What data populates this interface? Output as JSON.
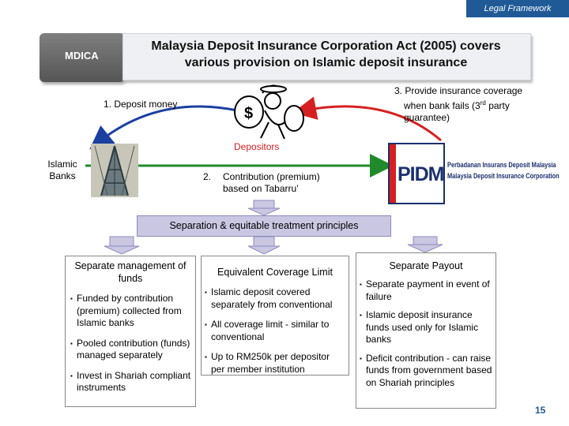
{
  "header": {
    "section": "Legal Framework"
  },
  "badge": {
    "label": "MDICA"
  },
  "title": {
    "line1": "Malaysia Deposit Insurance Corporation Act (2005) covers",
    "line2": "various provision on Islamic deposit insurance"
  },
  "flows": {
    "deposit_money": "1. Deposit money",
    "coverage_line1": "3. Provide insurance coverage",
    "coverage_line2": "when bank fails (3",
    "coverage_sup": "rd",
    "coverage_line2b": " party",
    "coverage_line3": "guarantee)",
    "contribution_num": "2.",
    "contribution_line1": "Contribution (premium)",
    "contribution_line2": "based on Tabarru’"
  },
  "actors": {
    "depositors": "Depositors",
    "islamic_banks_line1": "Islamic",
    "islamic_banks_line2": "Banks",
    "pidm_logo": "PIDM",
    "pidm_malay": "Perbadanan Insurans Deposit Malaysia",
    "pidm_english": "Malaysia Deposit Insurance Corporation"
  },
  "principles": {
    "label": "Separation & equitable treatment principles"
  },
  "columns": {
    "management": {
      "title_line1": "Separate management of",
      "title_line2": "funds",
      "items": [
        "Funded by contribution (premium) collected from Islamic banks",
        "Pooled contribution (funds) managed separately",
        "Invest in Shariah compliant instruments"
      ]
    },
    "coverage": {
      "title": "Equivalent Coverage Limit",
      "items": [
        "Islamic deposit covered separately from conventional",
        "All coverage limit - similar to conventional",
        "Up to RM250k per depositor per member institution"
      ]
    },
    "payout": {
      "title": "Separate Payout",
      "items": [
        "Separate payment in event of failure",
        "Islamic deposit insurance funds used only for Islamic banks",
        "Deficit contribution - can raise funds from government based on Shariah principles"
      ]
    }
  },
  "footer": {
    "page_number": "15"
  },
  "colors": {
    "accent_blue": "#1f5a96",
    "arrow_blue": "#1a3fa0",
    "arrow_red": "#d62020",
    "arrow_green": "#1e8a2a",
    "band_purple": "#c9c7e2"
  }
}
